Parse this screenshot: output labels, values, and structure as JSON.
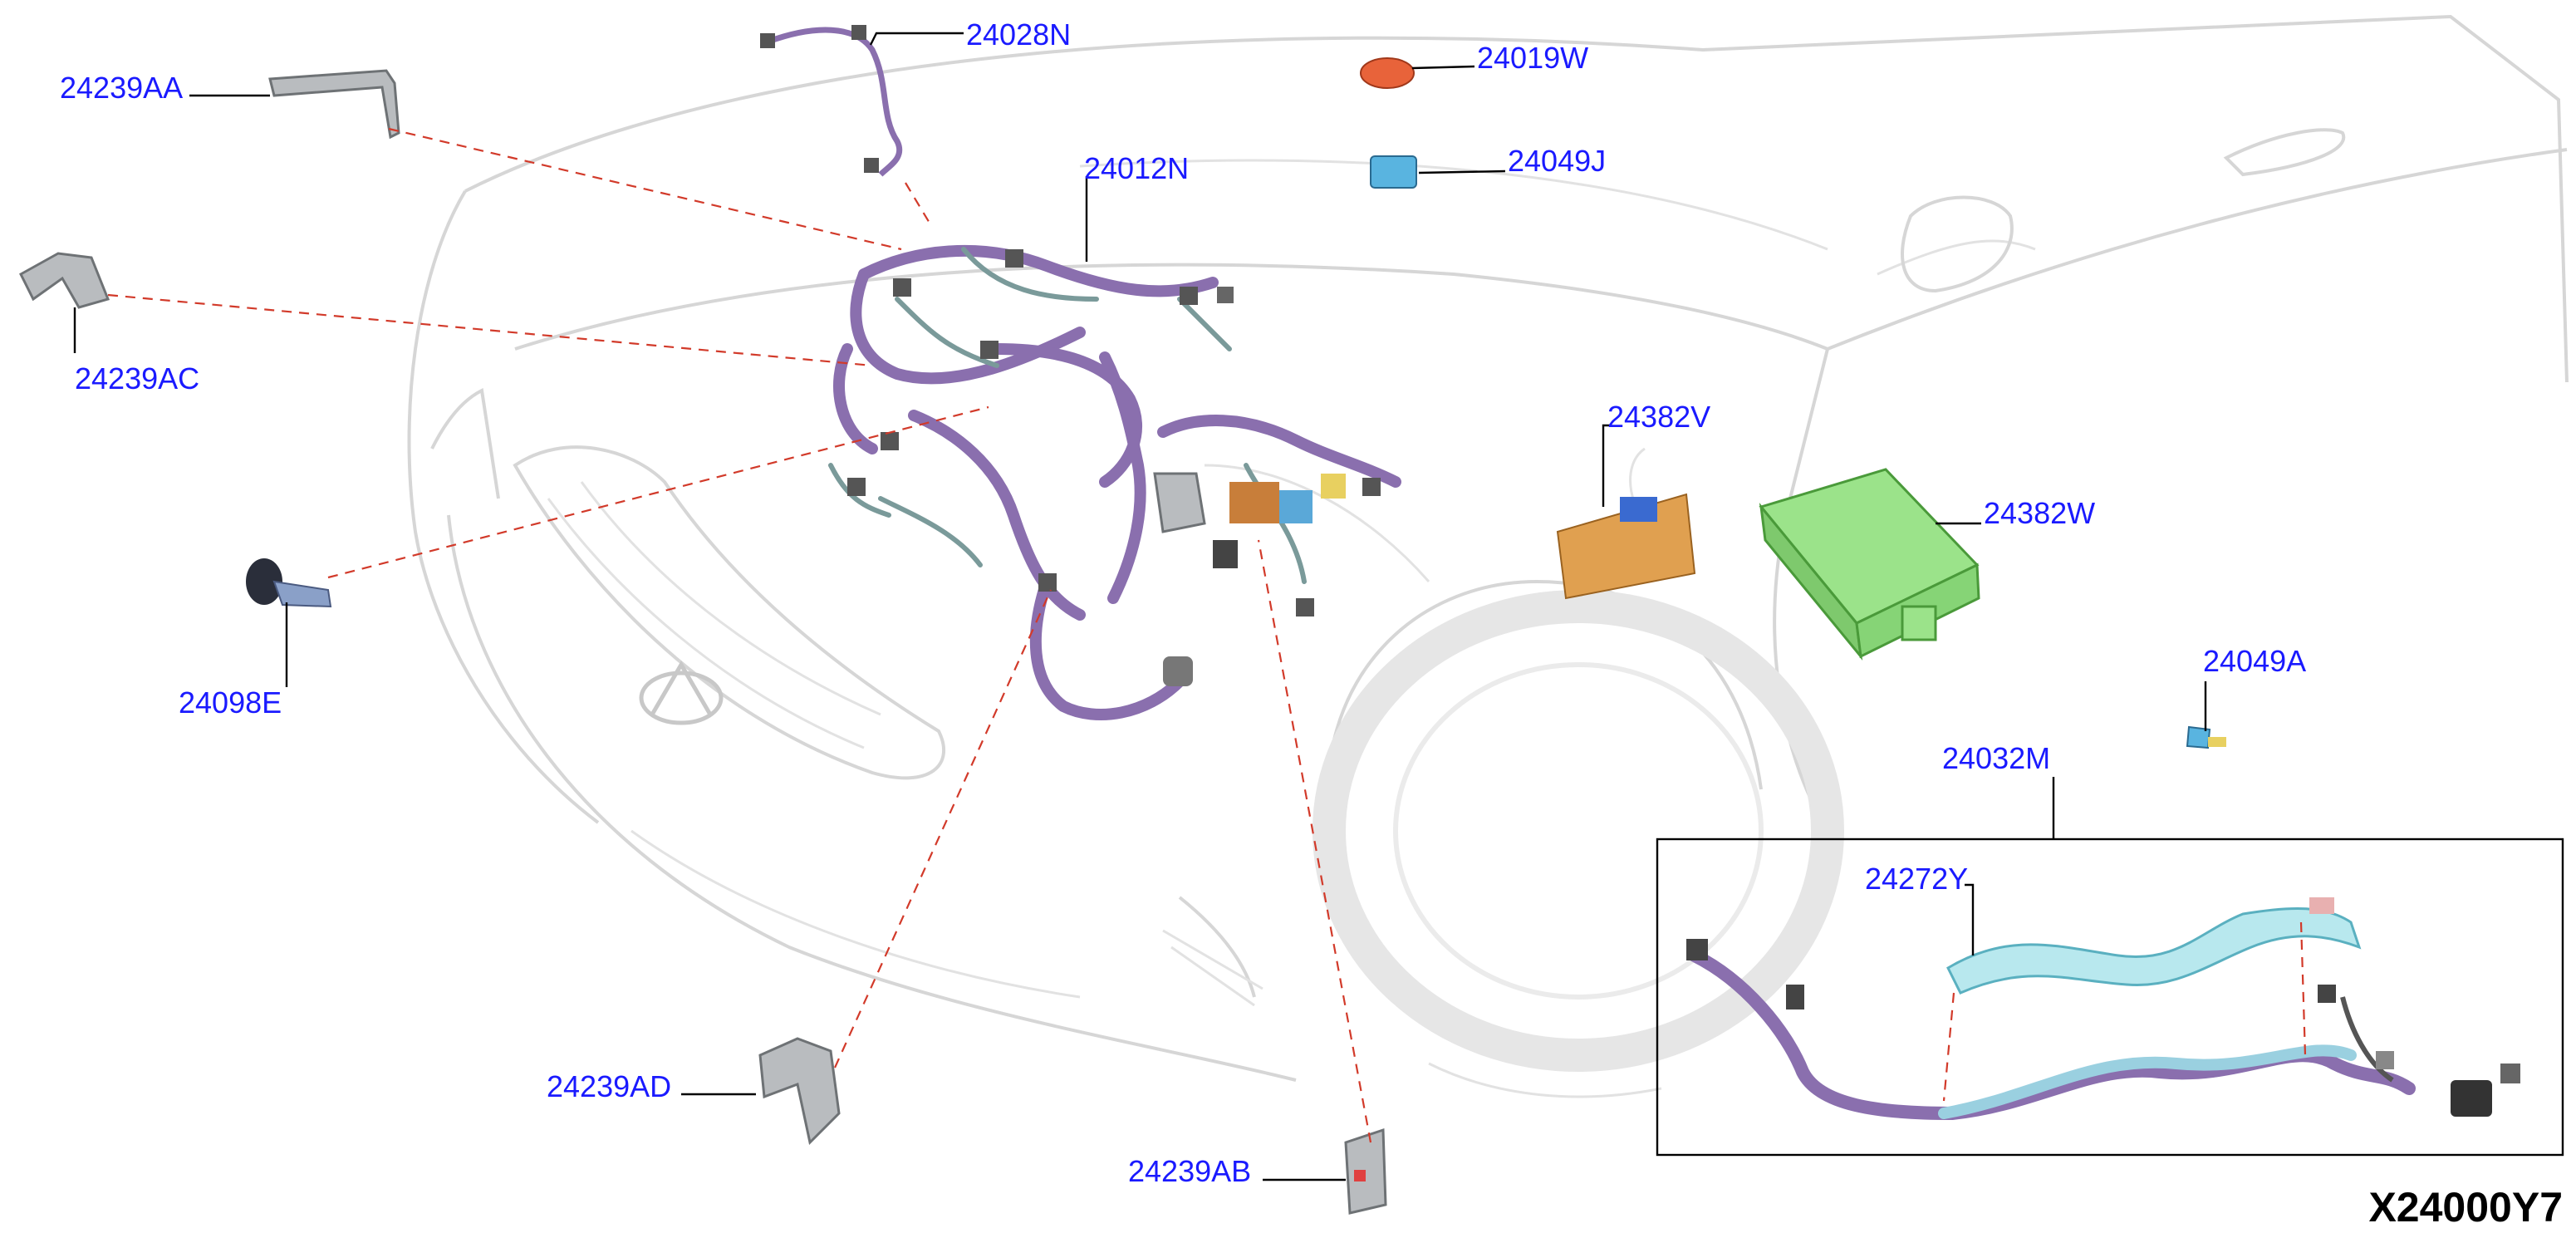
{
  "diagram_code": "X24000Y7",
  "part_labels": {
    "p_24028N": "24028N",
    "p_24239AA": "24239AA",
    "p_24019W": "24019W",
    "p_24049J": "24049J",
    "p_24012N": "24012N",
    "p_24239AC": "24239AC",
    "p_24382V": "24382V",
    "p_24382W": "24382W",
    "p_24098E": "24098E",
    "p_24049A": "24049A",
    "p_24032M": "24032M",
    "p_24272Y": "24272Y",
    "p_24239AD": "24239AD",
    "p_24239AB": "24239AB"
  },
  "colors": {
    "label_text": "#1a1aff",
    "dashed_leader": "#d23a2a",
    "harness": "#8a6fae",
    "fuse_box": "#9be38a",
    "relay_box": "#e0a050",
    "cable_guide": "#b8e8ee",
    "resistor_cap": "#e8633a",
    "connector_blue": "#59b4e0"
  }
}
